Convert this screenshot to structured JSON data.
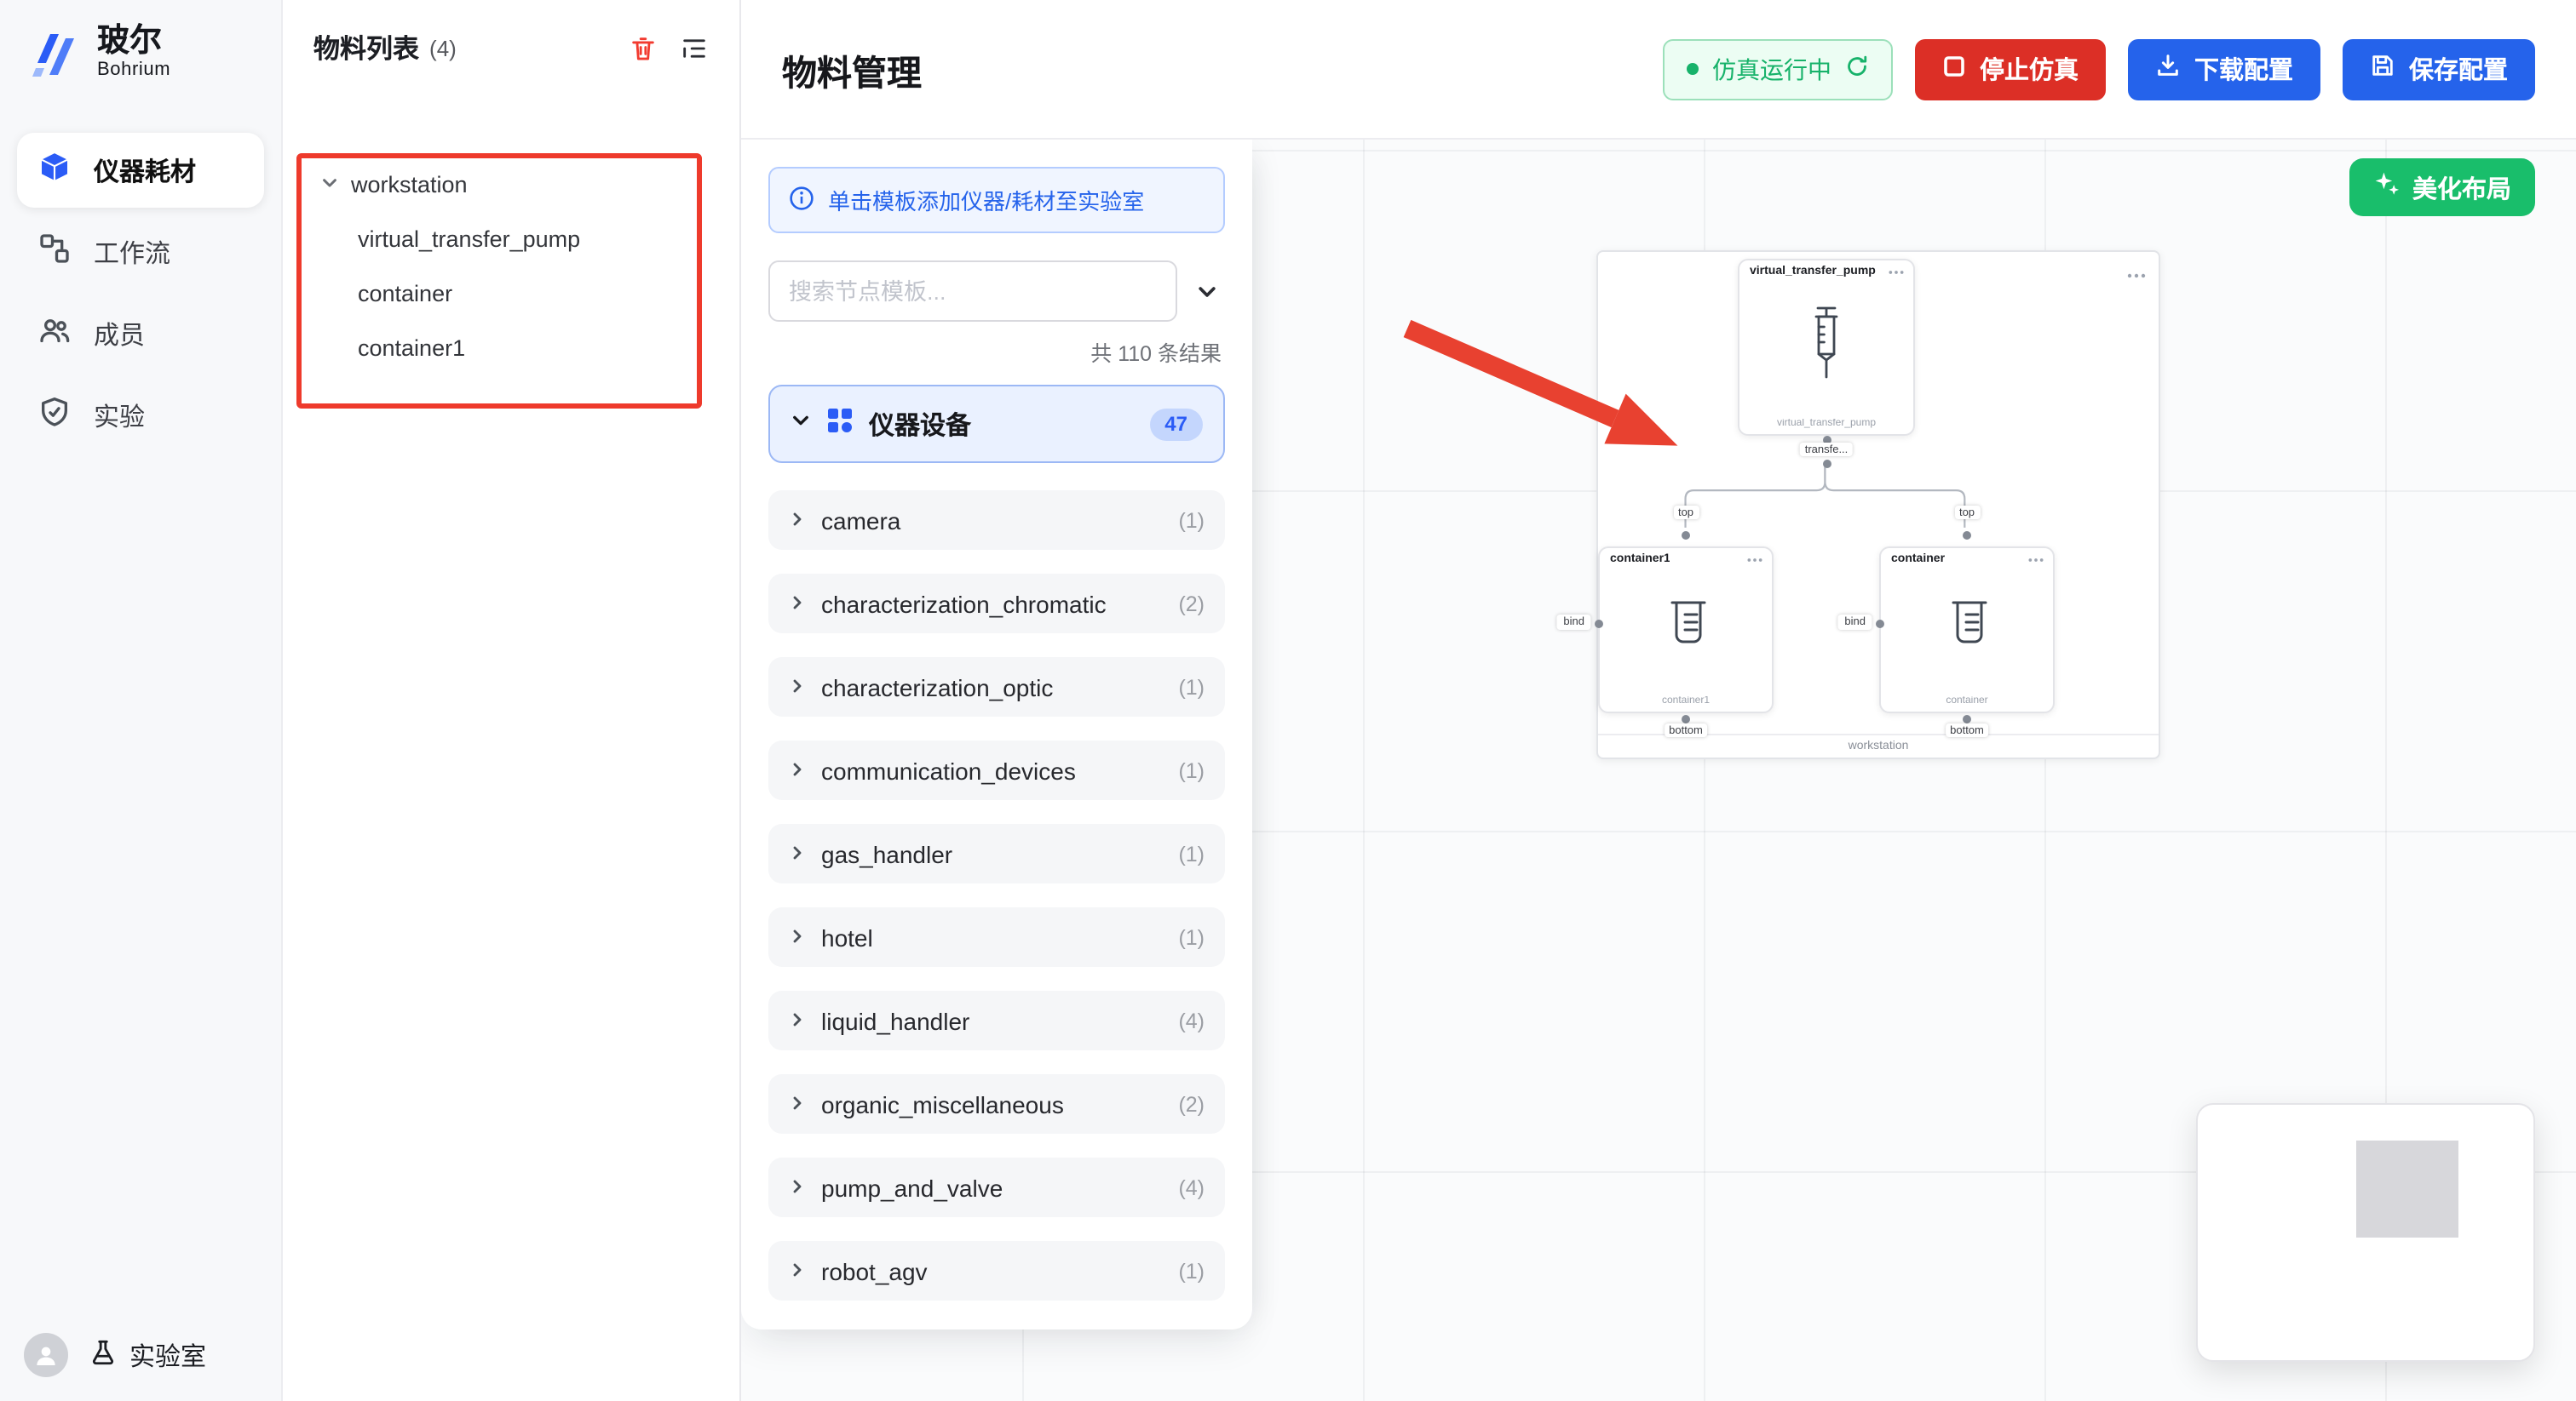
{
  "brand": {
    "name_cn": "玻尔",
    "name_en": "Bohrium"
  },
  "sidebar": {
    "items": [
      {
        "label": "仪器耗材",
        "active": true
      },
      {
        "label": "工作流",
        "active": false
      },
      {
        "label": "成员",
        "active": false
      },
      {
        "label": "实验",
        "active": false
      }
    ],
    "footer_label": "实验室"
  },
  "materials": {
    "title": "物料列表",
    "count": "(4)",
    "tree": {
      "root": "workstation",
      "children": [
        "virtual_transfer_pump",
        "container",
        "container1"
      ]
    }
  },
  "header": {
    "title": "物料管理",
    "status_label": "仿真运行中",
    "stop_label": "停止仿真",
    "download_label": "下载配置",
    "save_label": "保存配置"
  },
  "templates": {
    "banner": "单击模板添加仪器/耗材至实验室",
    "search_placeholder": "搜索节点模板...",
    "results_label": "共 110 条结果",
    "category": {
      "label": "仪器设备",
      "badge": "47"
    },
    "items": [
      {
        "label": "camera",
        "count": "(1)"
      },
      {
        "label": "characterization_chromatic",
        "count": "(2)"
      },
      {
        "label": "characterization_optic",
        "count": "(1)"
      },
      {
        "label": "communication_devices",
        "count": "(1)"
      },
      {
        "label": "gas_handler",
        "count": "(1)"
      },
      {
        "label": "hotel",
        "count": "(1)"
      },
      {
        "label": "liquid_handler",
        "count": "(4)"
      },
      {
        "label": "organic_miscellaneous",
        "count": "(2)"
      },
      {
        "label": "pump_and_valve",
        "count": "(4)"
      },
      {
        "label": "robot_agv",
        "count": "(1)"
      }
    ]
  },
  "canvas": {
    "beautify_label": "美化布局",
    "workstation": {
      "label": "workstation",
      "pump": {
        "title": "virtual_transfer_pump",
        "name": "virtual_transfer_pump",
        "port": "transfe..."
      },
      "container_left": {
        "title": "container1",
        "top": "top",
        "bind": "bind",
        "name": "container1",
        "bottom": "bottom"
      },
      "container_right": {
        "title": "container",
        "top": "top",
        "bind": "bind",
        "name": "container",
        "bottom": "bottom"
      }
    }
  },
  "colors": {
    "accent_blue": "#2563eb",
    "brand_blue": "#2b5cf6",
    "danger_red": "#dc2f26",
    "success_green": "#17b26a",
    "beautify_green": "#19be6b",
    "annotation_red": "#ee3a2c"
  }
}
